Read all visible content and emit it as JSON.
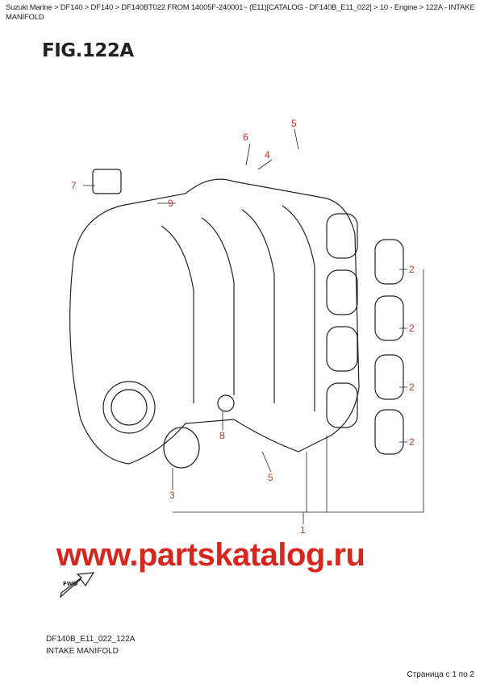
{
  "breadcrumb": "Suzuki Marine > DF140 > DF140 > DF140BT022 FROM 14005F-240001~ (E11)[CATALOG - DF140B_E11_022] > 10 - Engine > 122A - INTAKE MANIFOLD",
  "figure_title": "FIG.122A",
  "callouts": [
    "6",
    "5",
    "4",
    "7",
    "9",
    "2",
    "2",
    "2",
    "2",
    "8",
    "5",
    "3",
    "1"
  ],
  "watermark": "www.partskatalog.ru",
  "fwd_label": "FWD",
  "diagram_code": "DF140B_E11_022_122A",
  "caption": "INTAKE MANIFOLD",
  "pagination": "Страница с 1 по 2"
}
